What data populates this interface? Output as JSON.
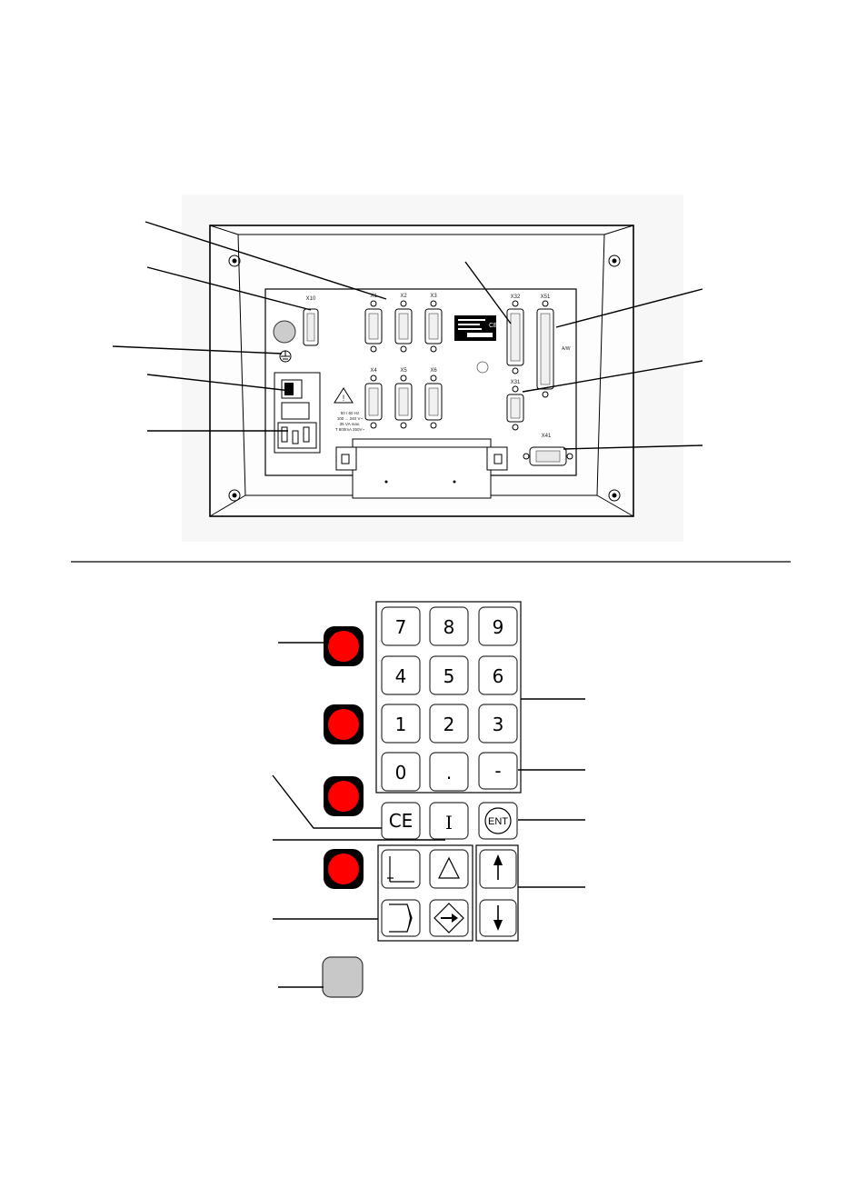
{
  "rear_panel": {
    "connector_labels": {
      "x10": "X10",
      "x1": "X1",
      "x2": "X2",
      "x3": "X3",
      "x4": "X4",
      "x5": "X5",
      "x6": "X6",
      "x31": "X31",
      "x32": "X32",
      "x41": "X41",
      "x51": "X51",
      "aw": "A/W"
    },
    "power_rating": [
      "50 / 60 Hz",
      "100 ... 240 V~",
      "35 VA max.",
      "T 800mA 250V~"
    ]
  },
  "keypad": {
    "digit_keys": [
      "7",
      "8",
      "9",
      "4",
      "5",
      "6",
      "1",
      "2",
      "3",
      "0",
      "."
    ],
    "minus_key": "-",
    "ce_key": "CE",
    "i_key": "I",
    "ent_key": "ENT",
    "colors": {
      "red_key": "#ff0000",
      "gray_key": "#c8c8c8"
    },
    "icons": [
      "datum-icon",
      "triangle-icon",
      "bracket-arrow-icon",
      "diamond-arrow-icon",
      "arrow-up-icon",
      "arrow-down-icon"
    ]
  }
}
